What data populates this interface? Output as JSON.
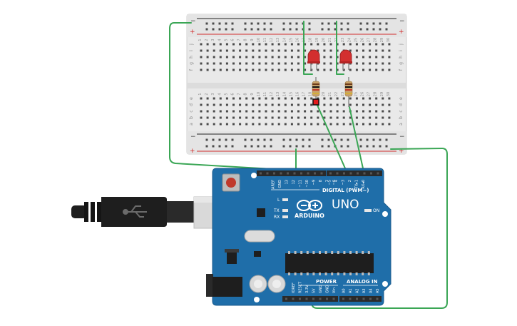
{
  "canvas": {
    "background": "#ffffff"
  },
  "breadboard": {
    "rail_plus": "+",
    "rail_minus": "−",
    "row_letters_top": [
      "j",
      "i",
      "h",
      "g",
      "f"
    ],
    "row_letters_bottom": [
      "e",
      "d",
      "c",
      "b",
      "a"
    ],
    "column_numbers": [
      "1",
      "2",
      "3",
      "4",
      "5",
      "6",
      "7",
      "8",
      "9",
      "10",
      "11",
      "12",
      "13",
      "14",
      "15",
      "16",
      "17",
      "18",
      "19",
      "20",
      "21",
      "22",
      "23",
      "24",
      "25",
      "26",
      "27",
      "28",
      "29",
      "30"
    ],
    "colors": {
      "body": "#e9e9e9",
      "rail_red": "#d22b2b",
      "rail_black": "#222222",
      "hole": "#4b4b4b"
    }
  },
  "arduino": {
    "logo_text": "ARDUINO",
    "model": "UNO",
    "digital_label": "DIGITAL (PWM~)",
    "power_label": "POWER",
    "analog_label": "ANALOG IN",
    "on_label": "ON",
    "led_labels": [
      "L",
      "TX",
      "RX"
    ],
    "top_header_labels": [
      "AREF",
      "GND",
      "13",
      "12",
      "~11",
      "~10",
      "~9",
      "8",
      "7",
      "~6",
      "~5",
      "4",
      "~3",
      "2",
      "TX▸1",
      "RX◂0"
    ],
    "power_header_labels": [
      "IOREF",
      "RESET",
      "3.3V",
      "5V",
      "GND",
      "GND",
      "Vin"
    ],
    "analog_header_labels": [
      "A0",
      "A1",
      "A2",
      "A3",
      "A4",
      "A5"
    ],
    "colors": {
      "board": "#1f6ea9",
      "board_edge": "#185a8c",
      "header": "#2a2a2a",
      "chip": "#1e1e1e"
    }
  },
  "components": {
    "leds": [
      {
        "color": "#d32f2f"
      },
      {
        "color": "#d32f2f"
      }
    ],
    "resistor_body": "#c8a26a",
    "wire_color": "#3aa655"
  },
  "usb_cable": {
    "color": "#1e1e1e",
    "connector": "#d9d9d9"
  }
}
